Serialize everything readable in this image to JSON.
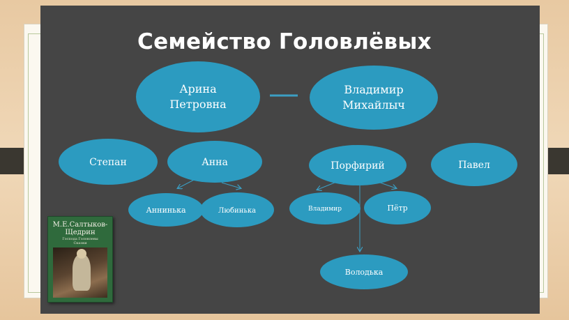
{
  "title": "Семейство Головлёвых",
  "colors": {
    "node_fill": "#2c9bc0",
    "slide_bg": "#454545",
    "line": "#3b9fc4"
  },
  "nodes": {
    "arina": [
      "Арина",
      "Петровна"
    ],
    "vladimir_m": [
      "Владимир",
      "Михайлыч"
    ],
    "stepan": "Степан",
    "anna": "Анна",
    "porfiriy": "Порфирий",
    "pavel": "Павел",
    "anninka": "Аннинька",
    "lyubinka": "Любинька",
    "vladimir": "Владимир",
    "petr": "Пётр",
    "volodka": "Володька"
  },
  "book": {
    "author": [
      "М.Е.Салтыков-",
      "Щедрин"
    ],
    "subtitle": [
      "Господа Головлевы",
      "Сказки"
    ]
  }
}
